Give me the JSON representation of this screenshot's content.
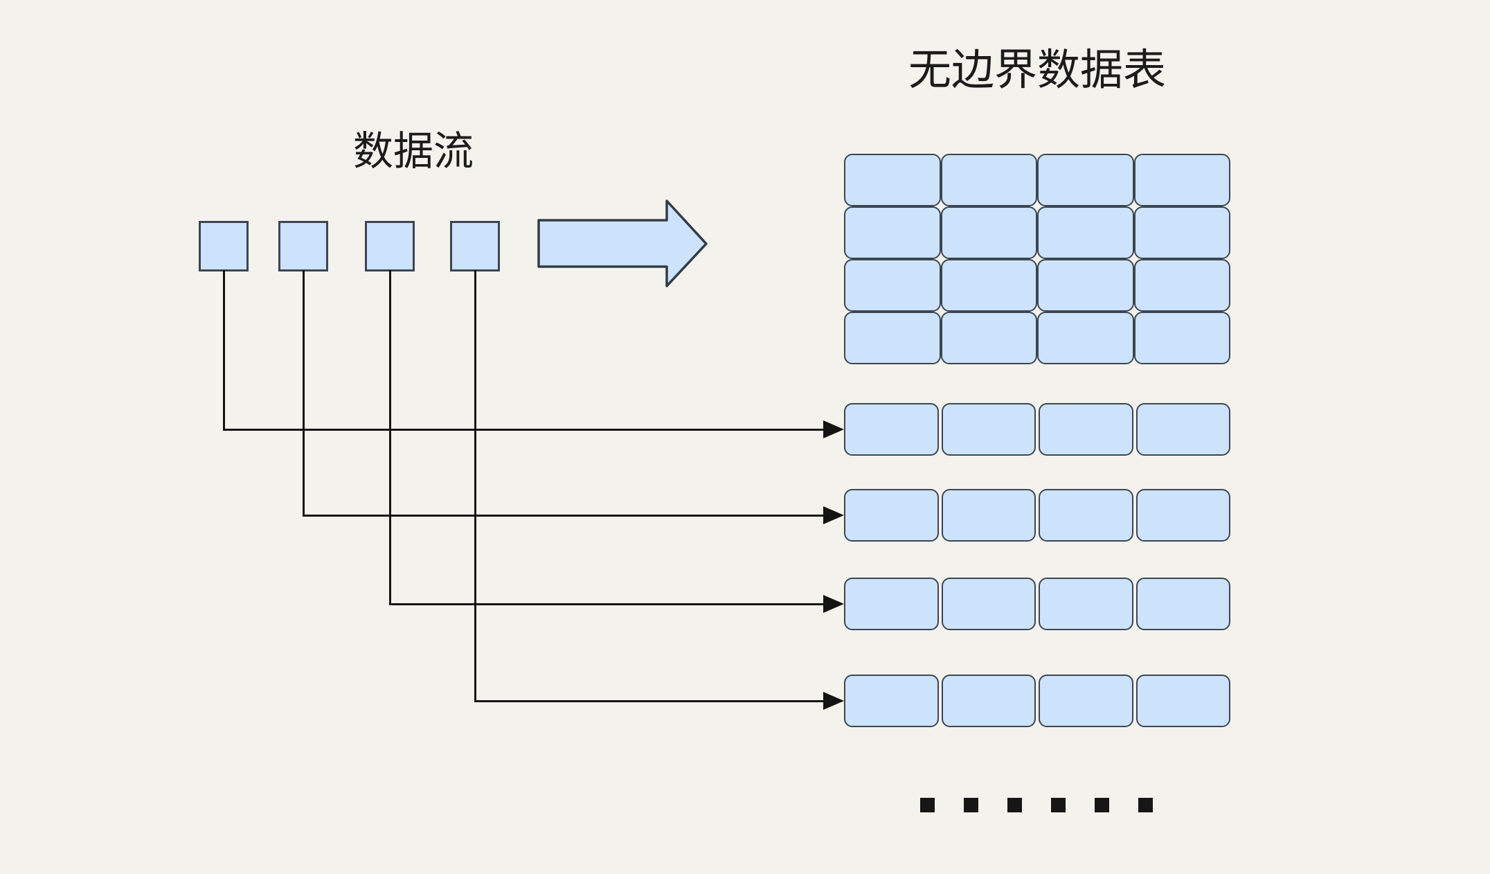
{
  "title": "无边界数据表",
  "stream_label": "数据流",
  "colors": {
    "background": "#f3f2ed",
    "cell_fill": "#cce3fb",
    "cell_border": "#3d4551",
    "connector_line": "#141414",
    "text": "#1b1b1b"
  },
  "stream": {
    "squares": [
      {
        "id": 1
      },
      {
        "id": 2
      },
      {
        "id": 3
      },
      {
        "id": 4
      }
    ]
  },
  "flow_arrow_icon": "thick-right-arrow",
  "table": {
    "grid_rows": 4,
    "grid_cols": 4,
    "row_count": 4,
    "row_cols": 4
  },
  "connectors": [
    {
      "from_square": 1,
      "to_row": 1
    },
    {
      "from_square": 2,
      "to_row": 2
    },
    {
      "from_square": 3,
      "to_row": 3
    },
    {
      "from_square": 4,
      "to_row": 4
    }
  ],
  "ellipsis_dot_count": 6
}
